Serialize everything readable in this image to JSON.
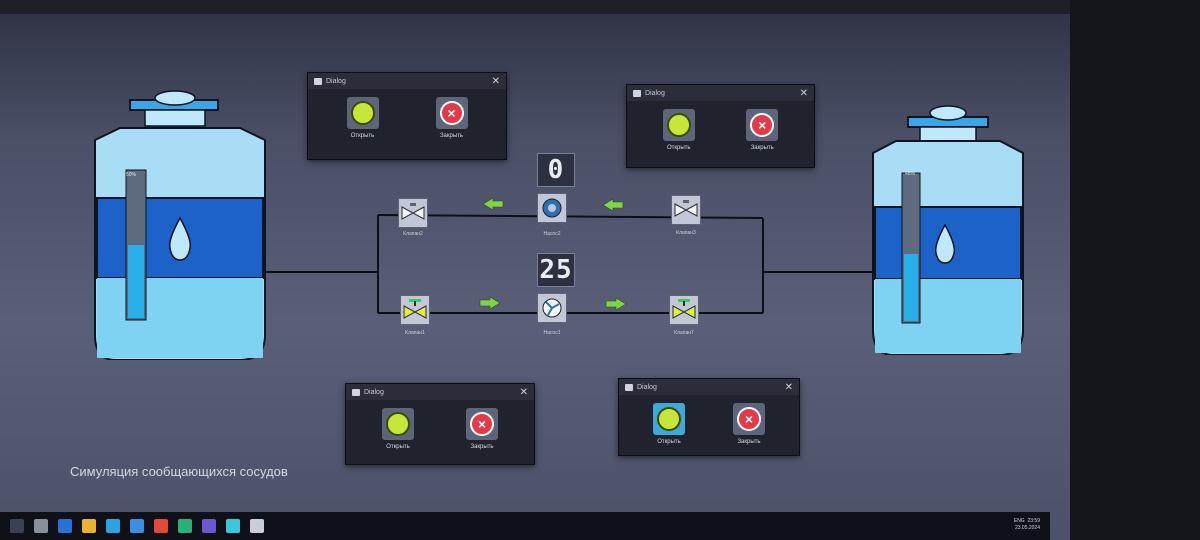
{
  "app": {
    "caption": "Симуляция сообщающихся сосудов"
  },
  "dialogs": [
    {
      "title": "Dialog",
      "open_label": "Открыть",
      "close_label": "Закрыть"
    },
    {
      "title": "Dialog",
      "open_label": "Открыть",
      "close_label": "Закрыть"
    },
    {
      "title": "Dialog",
      "open_label": "Открыть",
      "close_label": "Закрыть"
    },
    {
      "title": "Dialog",
      "open_label": "Открыть",
      "close_label": "Закрыть"
    }
  ],
  "displays": {
    "pump2_value": "0",
    "pump1_value": "25"
  },
  "tanks": [
    {
      "level_label": "50%",
      "level": 0.5,
      "color": "#3aa6e8"
    },
    {
      "level_label": "46%",
      "level": 0.46,
      "color": "#3aa6e8"
    }
  ],
  "devices": {
    "valve2": "Клапан2",
    "pump2": "Насос2",
    "valve3": "Клапан3",
    "valve1": "Клапан1",
    "pump1": "Насос1",
    "valve7": "Клапан7"
  },
  "taskbar": {
    "lang": "ENG",
    "time": "23:59",
    "date": "23.05.2024"
  },
  "colors": {
    "open_button": "#c8e63a",
    "close_button": "#e33a4a",
    "arrow": "#7fd24a"
  }
}
